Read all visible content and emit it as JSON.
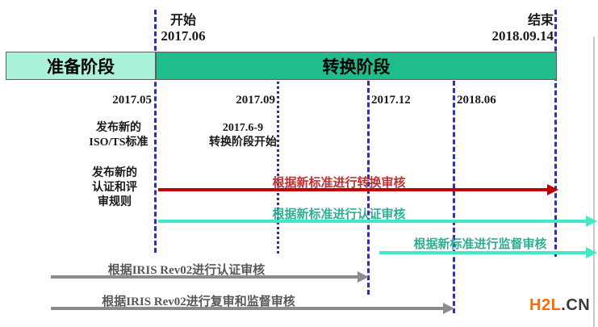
{
  "timeline": {
    "start": {
      "label": "开始",
      "date": "2017.06"
    },
    "end": {
      "label": "结束",
      "date": "2018.09.14"
    },
    "phases": [
      {
        "name": "准备阶段",
        "color": "#abf2dc"
      },
      {
        "name": "转换阶段",
        "color": "#1fbd8e"
      }
    ],
    "milestones": [
      "2017.05",
      "2017.09",
      "2017.12",
      "2018.06"
    ],
    "notes": [
      {
        "lines": [
          "发布新的",
          "ISO/TS标准"
        ]
      },
      {
        "lines": [
          "2017.6-9",
          "转换阶段开始"
        ]
      },
      {
        "lines": [
          "发布新的",
          "认证和评",
          "审规则"
        ]
      }
    ],
    "arrows": [
      {
        "label": "根据新标准进行转换审核",
        "color": "#c00000"
      },
      {
        "label": "根据新标准进行认证审核",
        "color": "#41e9c6"
      },
      {
        "label": "根据新标准进行监督审核",
        "color": "#41e9c6"
      },
      {
        "label": "根据IRIS Rev02进行认证审核",
        "color": "#8c8c8c"
      },
      {
        "label": "根据IRIS Rev02进行复审和监督审核",
        "color": "#8c8c8c"
      }
    ],
    "guide_line_color": "#2d2dcc",
    "logo": {
      "primary": "H2L",
      "secondary": ".CN"
    }
  }
}
